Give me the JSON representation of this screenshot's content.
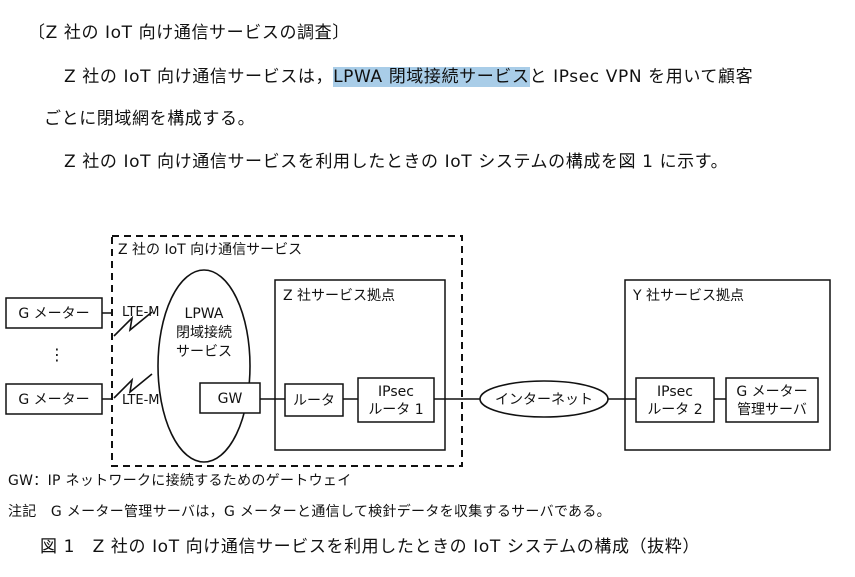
{
  "heading": "〔Z 社の IoT 向け通信サービスの調査〕",
  "para1": {
    "before": "Z 社の IoT 向け通信サービスは，",
    "highlight": "LPWA 閉域接続サービス",
    "after": "と IPsec VPN を用いて顧客",
    "line2": "ごとに閉域網を構成する。"
  },
  "para2": "Z 社の IoT 向け通信サービスを利用したときの IoT システムの構成を図 1 に示す。",
  "diagram": {
    "z_service_label": "Z 社の IoT 向け通信サービス",
    "g_meter_top": "G メーター",
    "g_meter_bottom": "G メーター",
    "ellipsis": "⋮",
    "lte_top": "LTE-M",
    "lte_bottom": "LTE-M",
    "lpwa_line1": "LPWA",
    "lpwa_line2": "閉域接続",
    "lpwa_line3": "サービス",
    "gw": "GW",
    "z_base_label": "Z 社サービス拠点",
    "router": "ルータ",
    "ipsec1_line1": "IPsec",
    "ipsec1_line2": "ルータ 1",
    "internet": "インターネット",
    "y_base_label": "Y 社サービス拠点",
    "ipsec2_line1": "IPsec",
    "ipsec2_line2": "ルータ 2",
    "gms_line1": "G メーター",
    "gms_line2": "管理サーバ",
    "highlight_color": "#a9cde8"
  },
  "gw_note": "GW：IP ネットワークに接続するためのゲートウェイ",
  "remark": "注記　G メーター管理サーバは，G メーターと通信して検針データを収集するサーバである。",
  "caption": "図 1　Z 社の IoT 向け通信サービスを利用したときの IoT システムの構成（抜粋）"
}
